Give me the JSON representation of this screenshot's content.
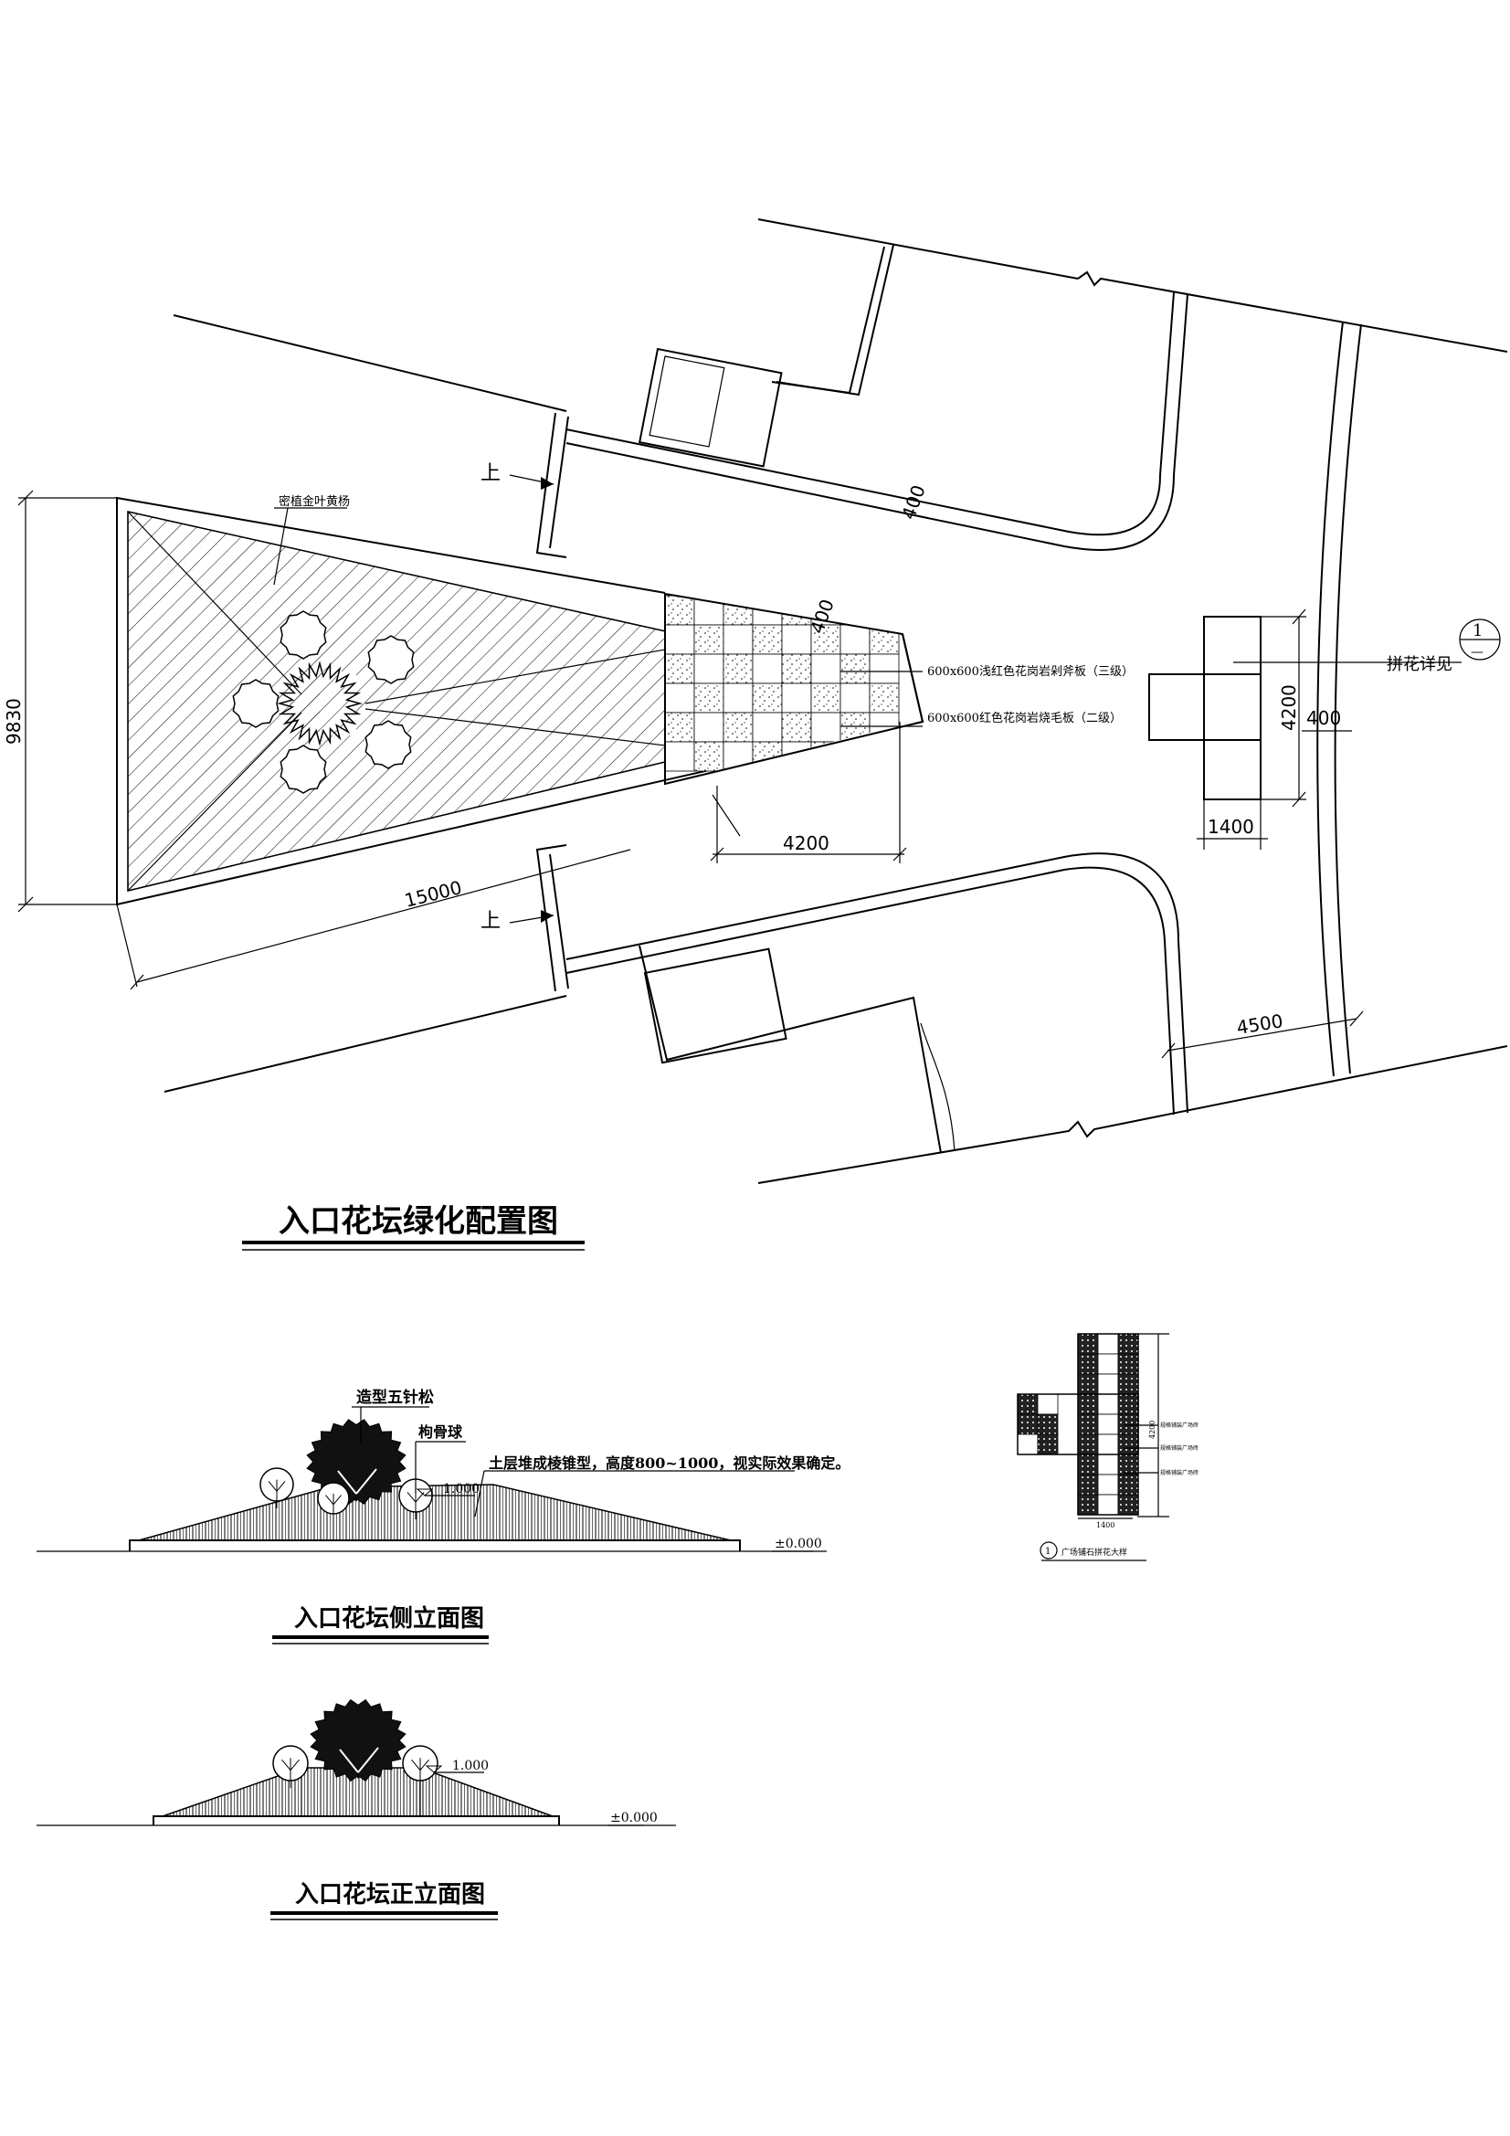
{
  "plan": {
    "title": "入口花坛绿化配置图",
    "label_shrub": "密植金叶黄杨",
    "label_paving_a": "600x600浅红色花岗岩剁斧板（三级）",
    "label_paving_b": "600x600红色花岗岩烧毛板（二级）",
    "label_detail_ref": "拼花详见",
    "detail_bubble_top": "1",
    "detail_bubble_bottom": "—",
    "step_up_1": "上",
    "step_up_2": "上",
    "dim_9830": "9830",
    "dim_15000": "15000",
    "dim_4200_bottom": "4200",
    "dim_4200_right": "4200",
    "dim_400_top": "400",
    "dim_400_tip": "400",
    "dim_400_right": "400",
    "dim_1400": "1400",
    "dim_4500": "4500"
  },
  "side_elevation": {
    "title": "入口花坛侧立面图",
    "label_pine": "造型五针松",
    "label_holly": "枸骨球",
    "label_soil": "土层堆成棱锥型，高度800~1000，视实际效果确定。",
    "elev_top": "1.000",
    "elev_ground": "±0.000"
  },
  "front_elevation": {
    "title": "入口花坛正立面图",
    "elev_top": "1.000",
    "elev_ground": "±0.000"
  },
  "paving_detail": {
    "caption_num": "1",
    "caption": "广场铺石拼花大样",
    "dim_height": "4200",
    "dim_width": "1400",
    "note_1": "规格铺装广场砖",
    "note_2": "规格铺装广场砖",
    "note_3": "规格铺装广场砖"
  }
}
